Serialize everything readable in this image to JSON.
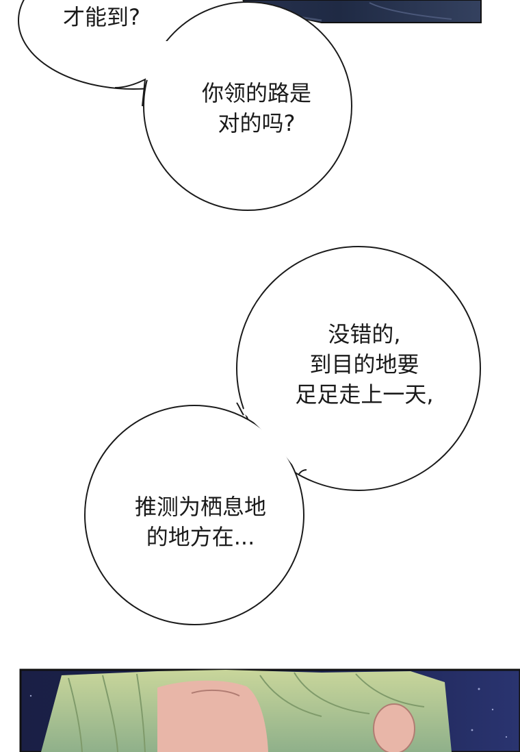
{
  "bubbles": {
    "bubble_1": {
      "lines": [
        "才能到?"
      ]
    },
    "bubble_2": {
      "lines": [
        "你领的路是",
        "对的吗?"
      ]
    },
    "bubble_3": {
      "lines": [
        "没错的,",
        "到目的地要",
        "足足走上一天,"
      ]
    },
    "bubble_4": {
      "lines": [
        "推测为栖息地",
        "的地方在..."
      ]
    }
  },
  "colors": {
    "page_background": "#ffffff",
    "bubble_fill": "#ffffff",
    "bubble_outline": "#1a1a1a",
    "text": "#1a1a1a",
    "top_panel_dark": "#1f2a44",
    "bottom_panel_sky": "#1c2350",
    "hair": "#b8c98a",
    "skin": "#e8b6a8"
  }
}
